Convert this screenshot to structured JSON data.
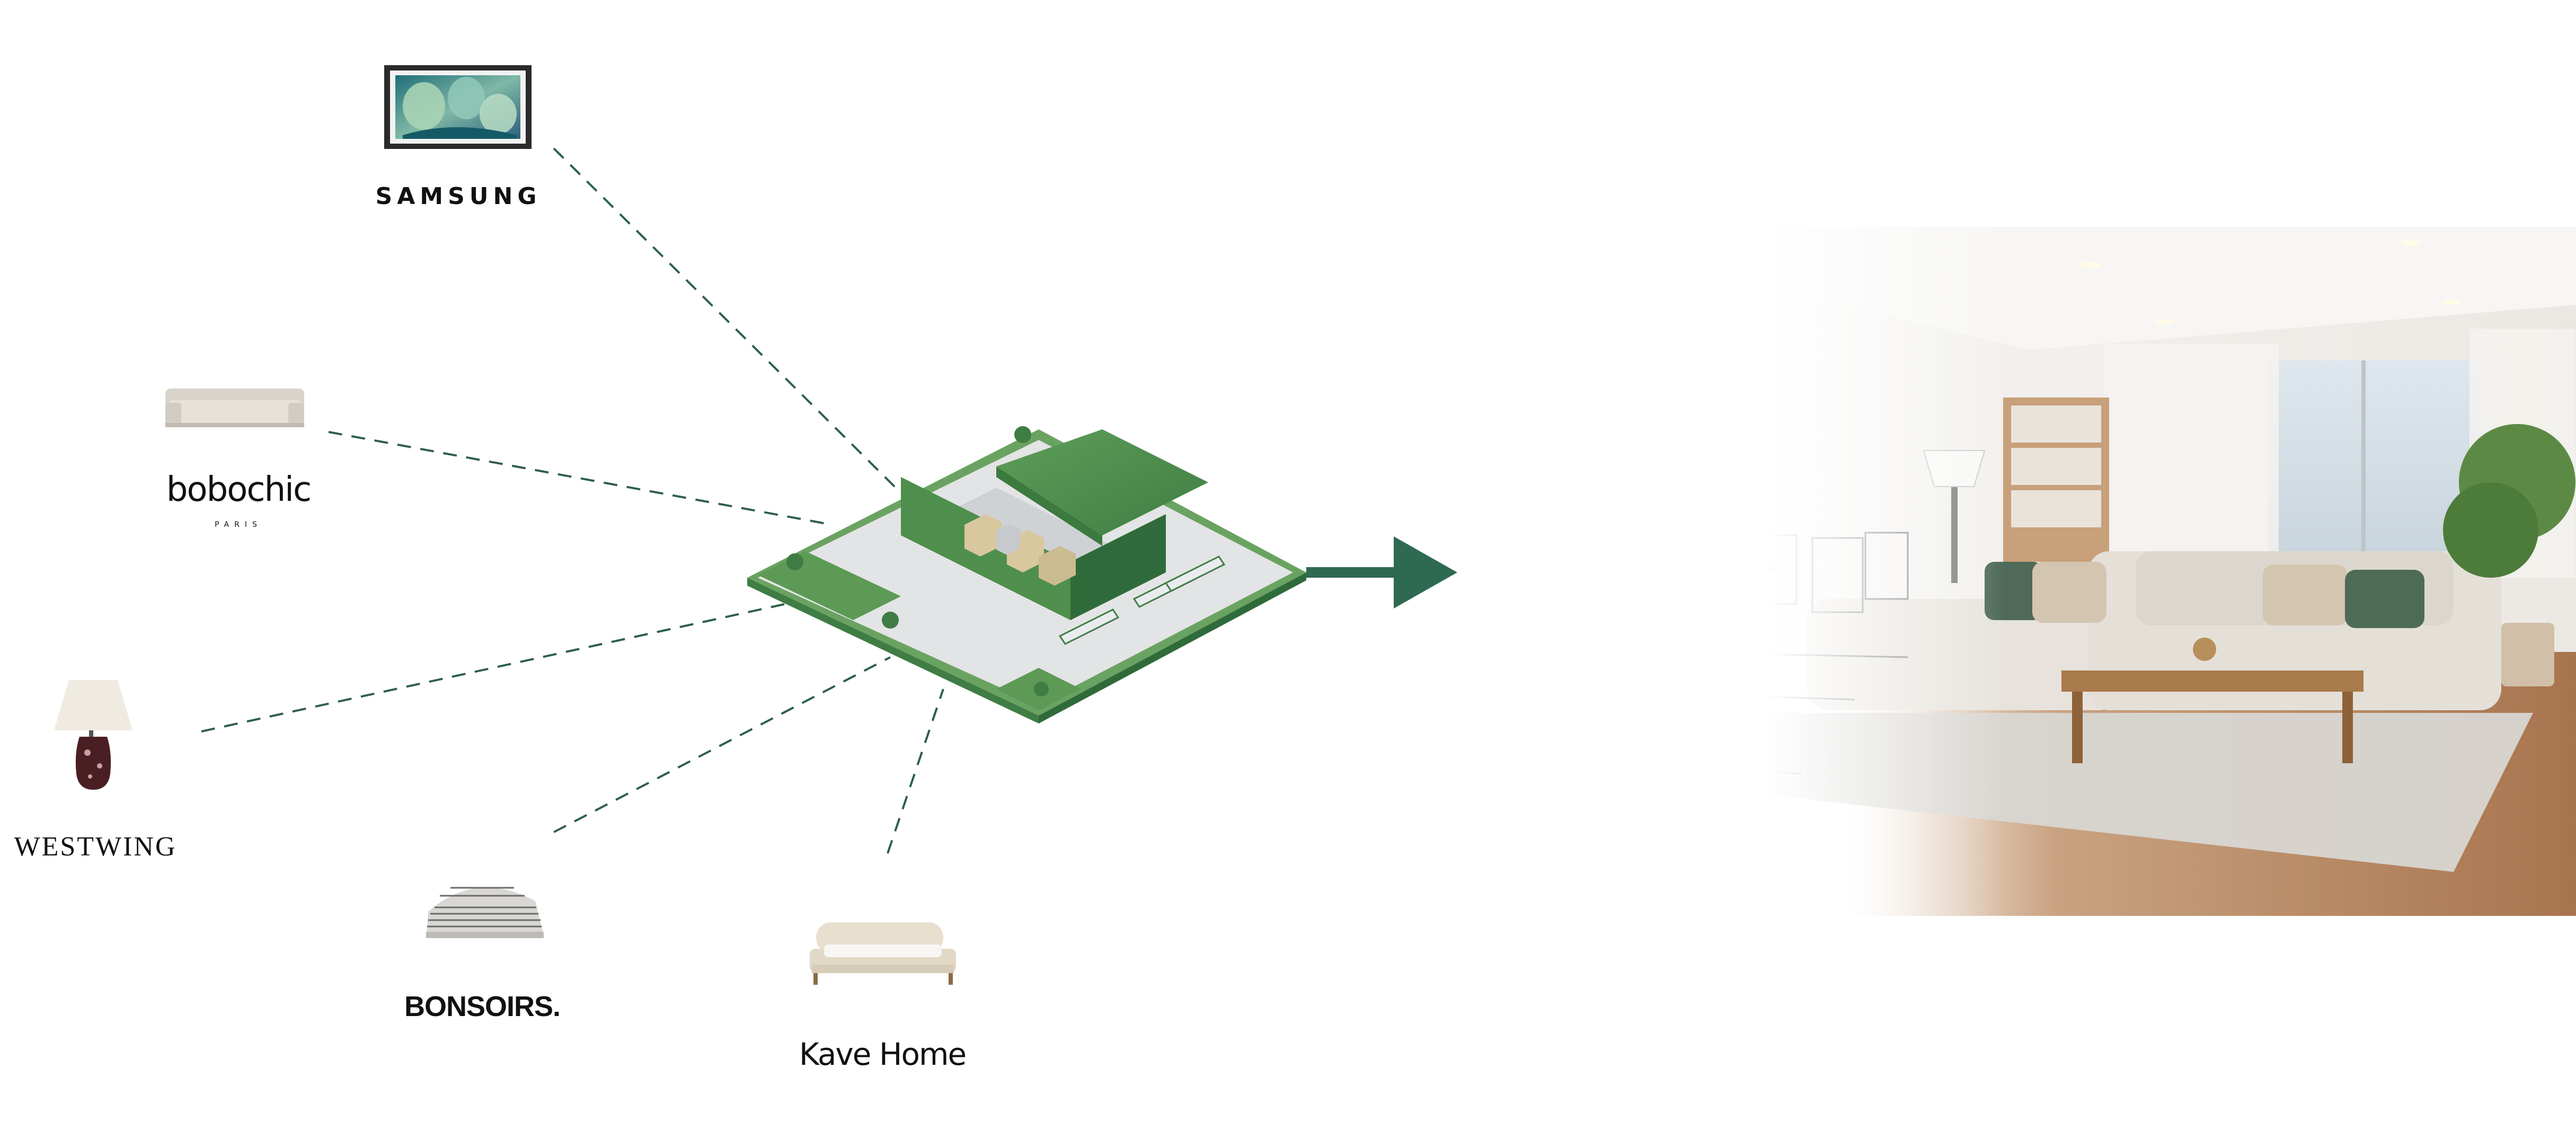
{
  "brands": {
    "samsung": "SAMSUNG",
    "bobochic": "bobochic",
    "bobochic_sub": "PARIS",
    "westwing": "WESTWING",
    "bonsoirs": "BONSOIRS.",
    "kave": "Kave Home"
  },
  "icons": [
    "tv-frame-icon",
    "sofa-icon",
    "lamp-icon",
    "folded-linen-icon",
    "bed-icon",
    "warehouse-icon",
    "arrow-right-icon"
  ],
  "colors": {
    "accent": "#2e6a52",
    "warehouse_green": "#4f8f4d",
    "warehouse_dark": "#2f6b3a",
    "line": "#2e5f4a"
  }
}
